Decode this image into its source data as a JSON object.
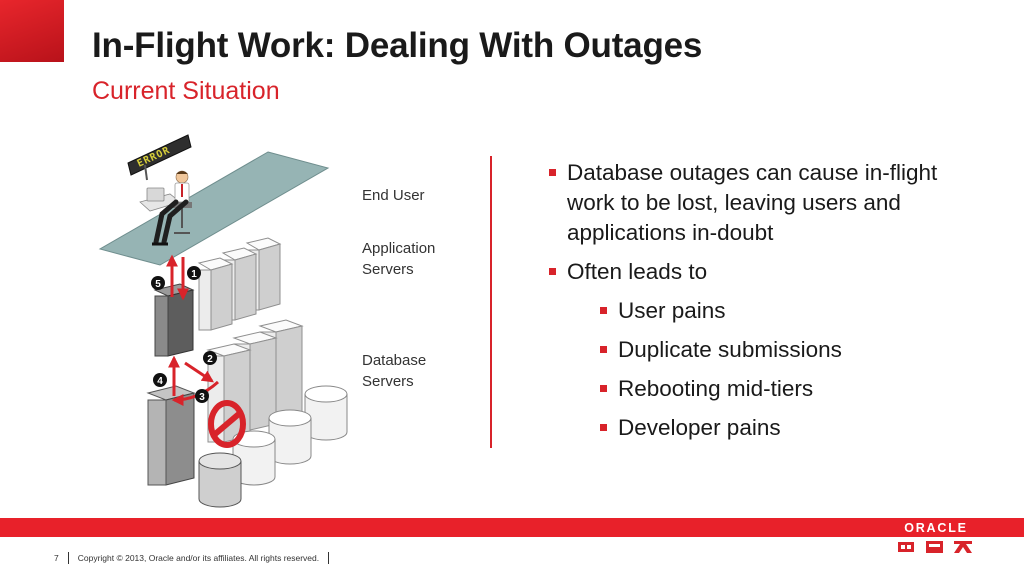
{
  "slide": {
    "title": "In-Flight Work: Dealing With Outages",
    "subtitle": "Current Situation"
  },
  "diagram": {
    "labels": {
      "end_user": "End User",
      "app_servers": "Application Servers",
      "db_servers": "Database Servers"
    },
    "sign_text": "ERROR",
    "steps": [
      "1",
      "2",
      "3",
      "4",
      "5"
    ]
  },
  "bullets": [
    {
      "level": 1,
      "text": "Database outages can cause in-flight work to be lost, leaving users and applications in-doubt"
    },
    {
      "level": 1,
      "text": "Often leads to"
    },
    {
      "level": 2,
      "text": "User pains"
    },
    {
      "level": 2,
      "text": "Duplicate submissions"
    },
    {
      "level": 2,
      "text": "Rebooting mid-tiers"
    },
    {
      "level": 2,
      "text": "Developer pains"
    }
  ],
  "footer": {
    "page_number": "7",
    "copyright": "Copyright © 2013, Oracle and/or its affiliates. All rights reserved."
  },
  "brand": {
    "logo_text": "ORACLE",
    "accent_color": "#d8232a"
  }
}
